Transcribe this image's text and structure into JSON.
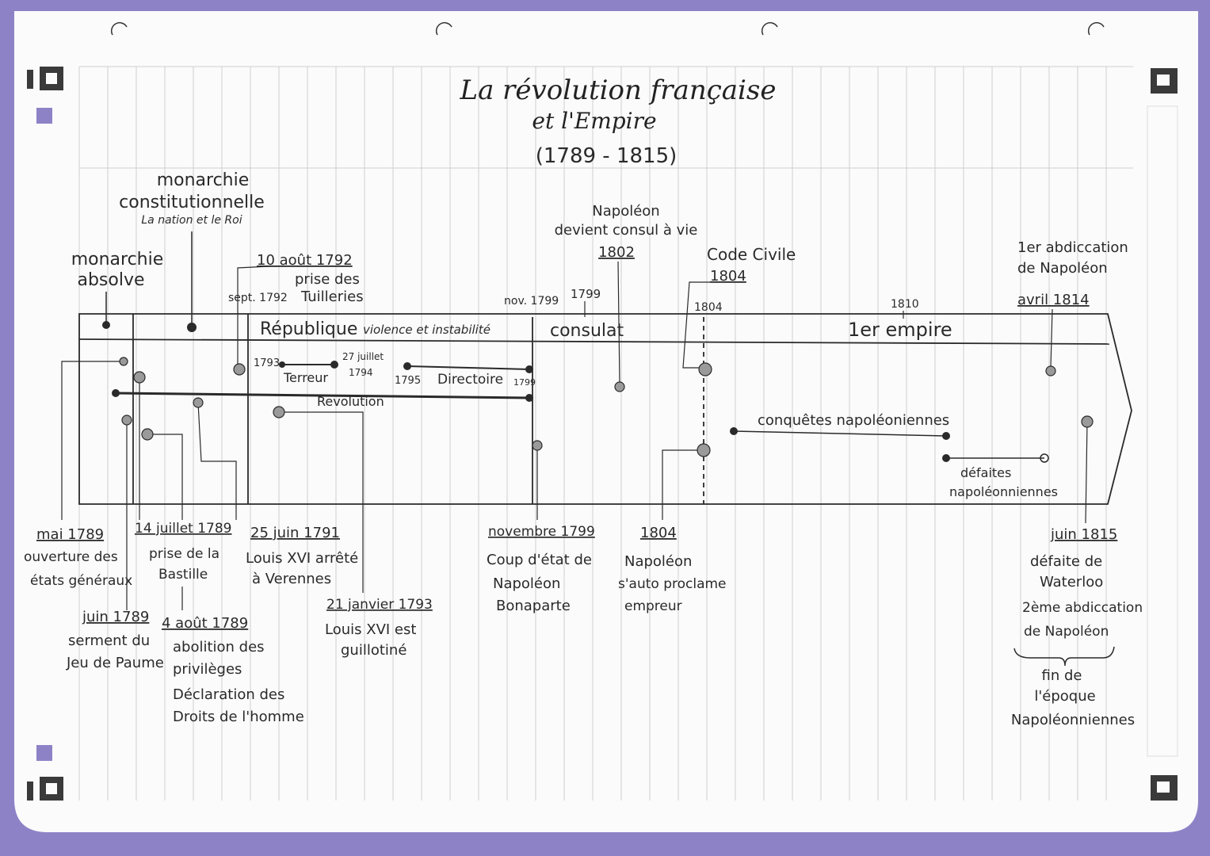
{
  "title": {
    "line1": "La révolution française",
    "line2": "et l'Empire",
    "line3": "(1789 - 1815)"
  },
  "periods": {
    "absolute": [
      "monarchie",
      "absolve"
    ],
    "constitutional": [
      "monarchie",
      "constitutionnelle"
    ],
    "constitutional_sub": "La nation et le Roi",
    "republic": "République",
    "republic_sub": "violence et instabilité",
    "consulat": "consulat",
    "empire": "1er empire"
  },
  "band_labels": {
    "sept1792": "sept. 1792",
    "nov1799": "nov. 1799",
    "y1799": "1799",
    "y1804": "1804",
    "y1810": "1810"
  },
  "inner": {
    "terreur_start": "1793",
    "terreur": "Terreur",
    "terreur_end": [
      "27 juillet",
      "1794"
    ],
    "directoire_start": "1795",
    "directoire": "Directoire",
    "directoire_end": "1799",
    "revolution": "Revolution",
    "conquetes": "conquêtes napoléoniennes",
    "defaites": [
      "défaites",
      "napoléonniennes"
    ]
  },
  "events_top": {
    "aout1792": {
      "date": "10 août 1792",
      "text": [
        "prise des",
        "Tuilleries"
      ]
    },
    "consul1802": {
      "text": [
        "Napoléon",
        "devient consul à vie"
      ],
      "date": "1802"
    },
    "code1804": {
      "text": "Code Civile",
      "date": "1804"
    },
    "abdic1814": {
      "text": [
        "1er abdiccation",
        "de Napoléon"
      ],
      "date": "avril 1814"
    }
  },
  "events_bottom": {
    "mai1789": {
      "date": "mai 1789",
      "text": [
        "ouverture des",
        "états généraux"
      ]
    },
    "juin1789": {
      "date": "juin 1789",
      "text": [
        "serment du",
        "Jeu de Paume"
      ]
    },
    "juil1789": {
      "date": "14 juillet 1789",
      "text": [
        "prise de la",
        "Bastille"
      ]
    },
    "aout1789": {
      "date": "4 août 1789",
      "text": [
        "abolition des",
        "privilèges",
        "Déclaration des",
        "Droits de l'homme"
      ]
    },
    "juin1791": {
      "date": "25 juin 1791",
      "text": [
        "Louis XVI arrêté",
        "à Verennes"
      ]
    },
    "jan1793": {
      "date": "21 janvier 1793",
      "text": [
        "Louis XVI est",
        "guillotiné"
      ]
    },
    "nov1799": {
      "date": "novembre 1799",
      "text": [
        "Coup d'état de",
        "Napoléon",
        "Bonaparte"
      ]
    },
    "emp1804": {
      "date": "1804",
      "text": [
        "Napoléon",
        "s'auto proclame",
        "empreur"
      ]
    },
    "juin1815": {
      "date": "juin 1815",
      "text": [
        "défaite de",
        "Waterloo",
        "2ème abdiccation",
        "de Napoléon"
      ]
    },
    "fin": [
      "fin de",
      "l'époque",
      "Napoléonniennes"
    ]
  },
  "colors": {
    "frame": "#8e82c7",
    "paper": "#fbfbfb",
    "grid": "#c9c9c9",
    "ink": "#2a2a2a"
  }
}
